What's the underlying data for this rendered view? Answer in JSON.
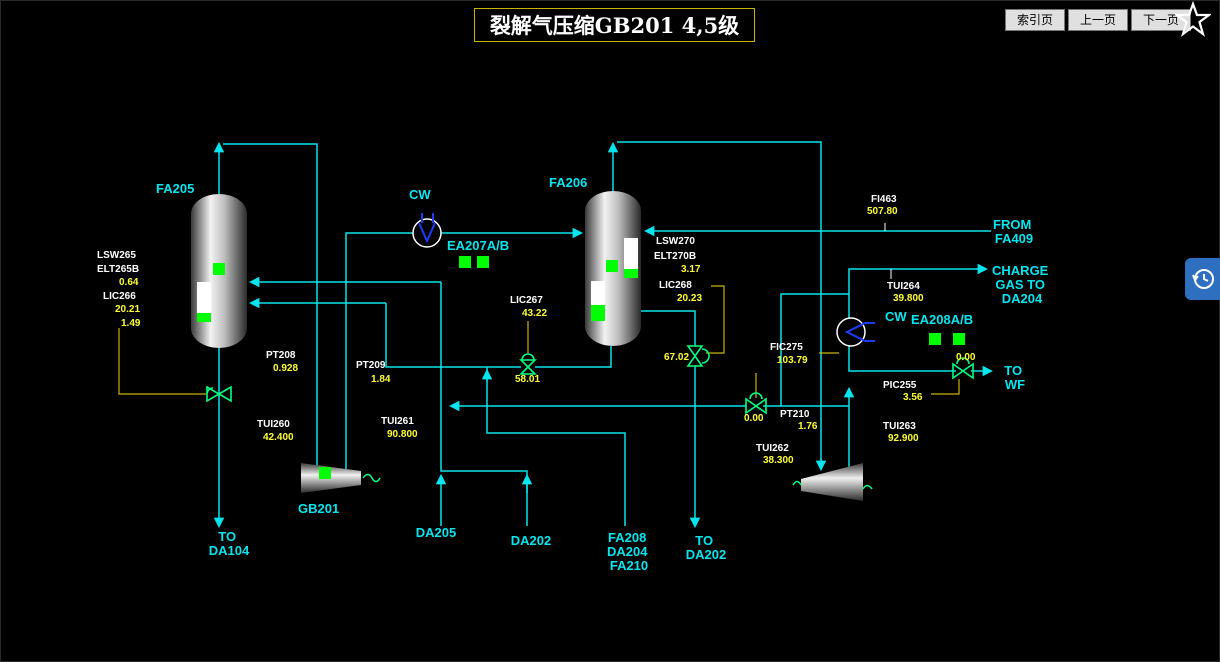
{
  "header": {
    "title": "裂解气压缩GB201 4,5级"
  },
  "nav": {
    "index": "索引页",
    "prev": "上一页",
    "next": "下一页"
  },
  "equipment": {
    "fa205": "FA205",
    "fa206": "FA206",
    "gb201": "GB201",
    "ea207": "EA207A/B",
    "ea208": "EA208A/B",
    "cw1": "CW",
    "cw2": "CW"
  },
  "streams": {
    "to_da104": [
      "TO",
      "DA104"
    ],
    "da205": "DA205",
    "da202": "DA202",
    "fa208_group": [
      "FA208",
      "DA204",
      "FA210"
    ],
    "to_da202": [
      "TO",
      "DA202"
    ],
    "from_fa409": [
      "FROM",
      "FA409"
    ],
    "charge_gas": [
      "CHARGE",
      "GAS TO",
      "DA204"
    ],
    "to_wf": [
      "TO",
      "WF"
    ]
  },
  "instruments": {
    "lsw265": {
      "tag": "LSW265"
    },
    "elt265b": {
      "tag": "ELT265B",
      "value": "0.64"
    },
    "lic266": {
      "tag": "LIC266",
      "value": "20.21",
      "value2": "1.49"
    },
    "pt208": {
      "tag": "PT208",
      "value": "0.928"
    },
    "pt209": {
      "tag": "PT209",
      "value": "1.84"
    },
    "tui260": {
      "tag": "TUI260",
      "value": "42.400"
    },
    "tui261": {
      "tag": "TUI261",
      "value": "90.800"
    },
    "lic267": {
      "tag": "LIC267",
      "value": "43.22"
    },
    "v267": {
      "value": "58.01"
    },
    "lsw270": {
      "tag": "LSW270"
    },
    "elt270b": {
      "tag": "ELT270B",
      "value": "3.17"
    },
    "lic268": {
      "tag": "LIC268",
      "value": "20.23"
    },
    "v268": {
      "value": "67.02"
    },
    "fi463": {
      "tag": "FI463",
      "value": "507.80"
    },
    "tui264": {
      "tag": "TUI264",
      "value": "39.800"
    },
    "fic275": {
      "tag": "FIC275",
      "value": "103.79"
    },
    "vfic": {
      "value": "0.00"
    },
    "pt210": {
      "tag": "PT210",
      "value": "1.76"
    },
    "tui262": {
      "tag": "TUI262",
      "value": "38.300"
    },
    "pic255": {
      "tag": "PIC255",
      "value": "3.56"
    },
    "vpic": {
      "value": "0.00"
    },
    "tui263": {
      "tag": "TUI263",
      "value": "92.900"
    }
  },
  "colors": {
    "pipe": "#00e5ee",
    "signal": "#c8b400",
    "status_on": "#00ff00",
    "value": "#ffff33"
  }
}
